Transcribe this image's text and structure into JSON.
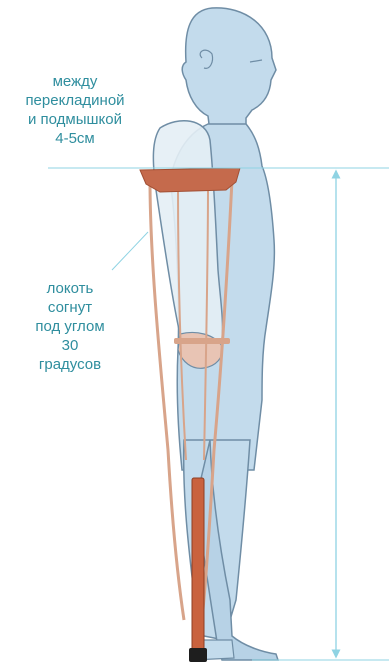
{
  "annotations": {
    "armpit_gap": {
      "lines": [
        "между",
        "перекладиной",
        "и подмышкой",
        "4-5см"
      ]
    },
    "elbow_angle": {
      "lines": [
        "локоть",
        "согнут",
        "под углом",
        "30",
        "градусов"
      ]
    }
  },
  "colors": {
    "body_fill": "#c3dbec",
    "body_outline": "#6f8da5",
    "crutch_frame": "#d8a48a",
    "crutch_armpad": "#c56a4c",
    "crutch_lower_tube": "#c9623e",
    "crutch_tip": "#1e1e1e",
    "guide_line": "#8fd3e3",
    "label_text": "#2f8e9e"
  },
  "icons": [
    "person-silhouette",
    "crutch",
    "height-arrow"
  ]
}
